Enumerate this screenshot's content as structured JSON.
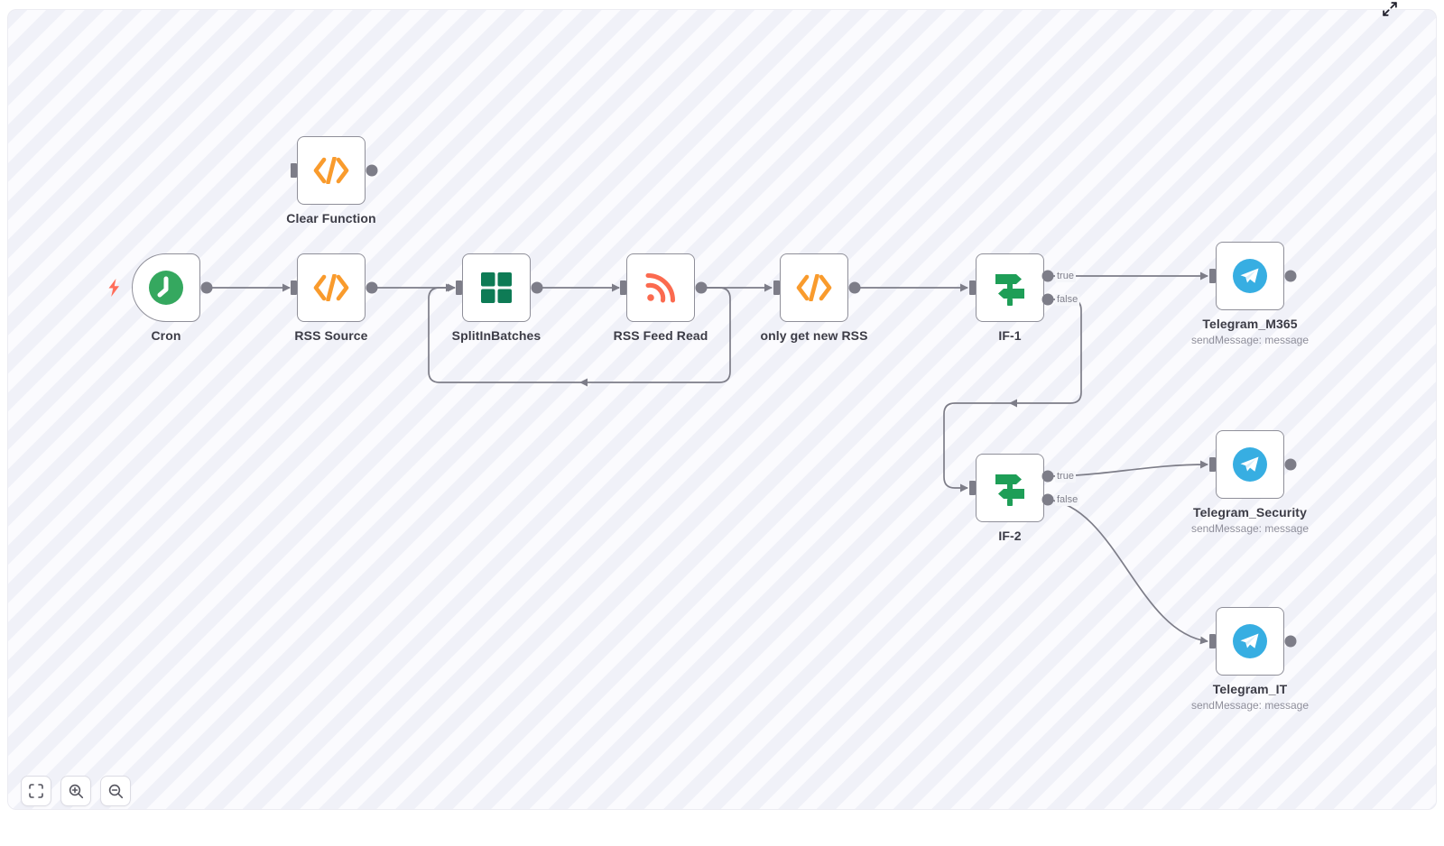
{
  "workflow": {
    "nodes": [
      {
        "id": "clear-function",
        "label": "Clear Function",
        "icon": "code-icon"
      },
      {
        "id": "cron",
        "label": "Cron",
        "icon": "clock-icon"
      },
      {
        "id": "rss-source",
        "label": "RSS Source",
        "icon": "code-icon"
      },
      {
        "id": "splitinbatches",
        "label": "SplitInBatches",
        "icon": "grid-icon"
      },
      {
        "id": "rss-feed-read",
        "label": "RSS Feed Read",
        "icon": "rss-icon"
      },
      {
        "id": "only-get-new-rss",
        "label": "only get new RSS",
        "icon": "code-icon"
      },
      {
        "id": "if-1",
        "label": "IF-1",
        "icon": "signpost-icon"
      },
      {
        "id": "telegram-m365",
        "label": "Telegram_M365",
        "subtitle": "sendMessage: message",
        "icon": "telegram-icon"
      },
      {
        "id": "if-2",
        "label": "IF-2",
        "icon": "signpost-icon"
      },
      {
        "id": "telegram-security",
        "label": "Telegram_Security",
        "subtitle": "sendMessage: message",
        "icon": "telegram-icon"
      },
      {
        "id": "telegram-it",
        "label": "Telegram_IT",
        "subtitle": "sendMessage: message",
        "icon": "telegram-icon"
      }
    ],
    "branch_labels": {
      "true": "true",
      "false": "false"
    },
    "colors": {
      "node_border": "#8f8f99",
      "connector_gray": "#7d7d88",
      "function_orange": "#f99b2d",
      "cron_green": "#35a85f",
      "split_green": "#0e7b55",
      "rss_coral": "#fb6a4f",
      "if_green": "#1e9e57",
      "telegram_blue": "#37aee2",
      "trigger_bolt_coral": "#ff6d5a",
      "stripe_light": "#fbfbfe",
      "stripe_dark": "#f0f1f8"
    }
  },
  "controls": {
    "fit_view": "fit-view",
    "zoom_in": "zoom-in",
    "zoom_out": "zoom-out",
    "expand": "expand"
  }
}
